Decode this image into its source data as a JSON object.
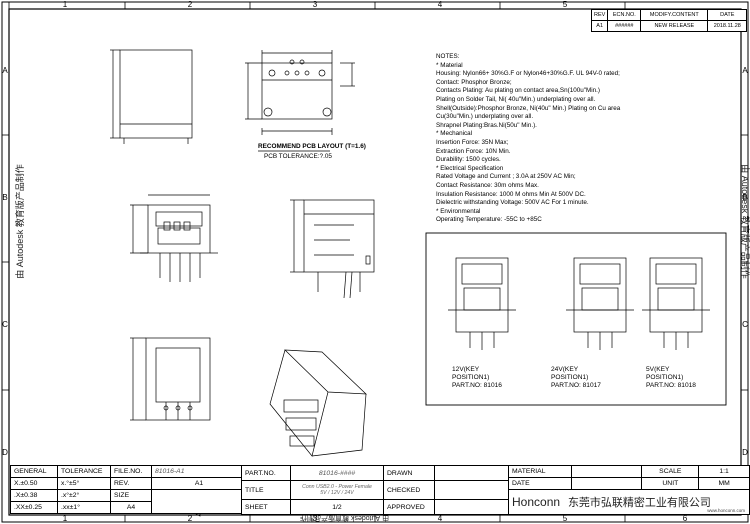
{
  "revision_table": {
    "headers": [
      "REV",
      "ECN.NO.",
      "MODIFY.CONTENT",
      "DATE"
    ],
    "row": [
      "A1",
      "######",
      "NEW RELEASE",
      "2018.11.28"
    ]
  },
  "zones": {
    "columns": [
      "1",
      "2",
      "3",
      "4",
      "5",
      "6"
    ],
    "rows": [
      "A",
      "B",
      "C",
      "D"
    ]
  },
  "notes": {
    "title": "NOTES:",
    "lines": [
      "* Material",
      "Housing: Nylon66+ 30%G.F or Nylon46+30%G.F. UL 94V-0 rated;",
      "Contact: Phosphor Bronze;",
      "Contacts Plating: Au plating on contact area,Sn(100u\"Min.)",
      "Plating on Solder Tail, Ni( 40u\"Min.) underplating over all.",
      "Shell(Outside):Phosphor Bronze, Ni(40u\" Min.) Plating on Cu area",
      "Cu(30u\"Min.) underplating over all.",
      "Shrapnel Plating:Bras.Ni(50u\" Min.).",
      "* Mechanical",
      "Insertion Force: 35N Max;",
      "Extraction Force: 10N Min.",
      "Durability: 1500 cycles.",
      "* Electrical Specification",
      "Rated Voltage and Current ; 3.0A at 250V AC Min;",
      "Contact Resistance: 30m ohms Max.",
      "Insulation Resistance: 1000 M ohms Min At 500V DC.",
      "Dielectric withstanding Voltage: 500V AC For 1 minute.",
      "* Environmental",
      "Operating Temperature: -55C to +85C"
    ]
  },
  "pcb_layout": {
    "title": "RECOMMEND PCB LAYOUT  (T=1.6)",
    "tolerance": "PCB TOLERANCE:?.05"
  },
  "variants": [
    {
      "key": "12V(KEY",
      "position": "POSITION1)",
      "part": "PART.NO: 81016"
    },
    {
      "key": "24V(KEY",
      "position": "POSITION1)",
      "part": "PART.NO: 81017"
    },
    {
      "key": "5V(KEY",
      "position": "POSITION1)",
      "part": "PART.NO: 81018"
    }
  ],
  "title_block": {
    "general_label": "GENERAL",
    "tolerance_label": "TOLERANCE",
    "tol_rows": [
      {
        "general": "X.±0.50",
        "tolerance": "x.°±5°"
      },
      {
        "general": ".X±0.38",
        "tolerance": ".x°±2°"
      },
      {
        "general": ".XX±0.25",
        "tolerance": ".xx±1°"
      }
    ],
    "file_no_label": "FILE.NO.",
    "file_no": "81016-A1",
    "rev_label": "REV.",
    "rev": "A1",
    "size_label": "SIZE",
    "size": "A4",
    "part_no_label": "PART.NO.",
    "part_no": "81016-####",
    "title_label": "TITLE",
    "title_line1": "Conn USB2.0 - Power Female",
    "title_line2": "5V / 12V / 24V",
    "sheet_label": "SHEET",
    "sheet": "1/2",
    "drawn_label": "DRAWN",
    "checked_label": "CHECKED",
    "approved_label": "APPROVED",
    "material_label": "MATERIAL",
    "date_label": "DATE",
    "scale_label": "SCALE",
    "scale": "1:1",
    "unit_label": "UNIT",
    "unit": "MM",
    "company_en": "Honconn",
    "company_cn": "东莞市弘联精密工业有限公司",
    "website": "www.honconn.com"
  },
  "watermarks": {
    "left": "由 Autodesk 教育版产品制作",
    "right": "由 Autodesk 教育版产品制作",
    "bottom": "由 Autodesk 教育版产品制作"
  }
}
